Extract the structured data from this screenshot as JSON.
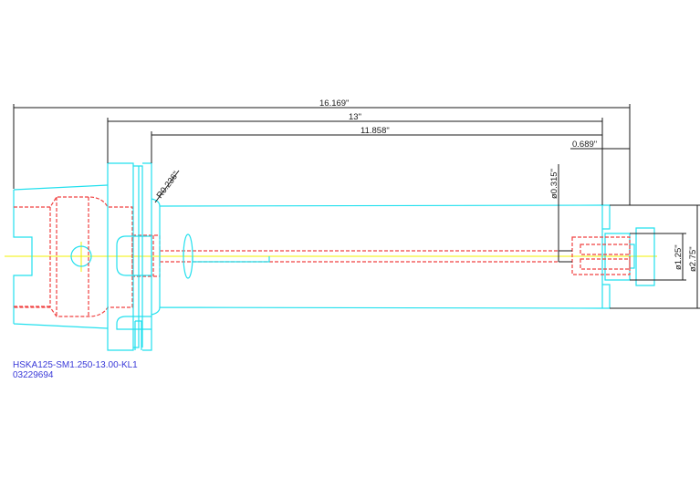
{
  "drawing": {
    "part_number": "HSKA125-SM1.250-13.00-KL1",
    "item_number": "03229694",
    "dimensions": {
      "overall_length": "16.169\"",
      "gauge_length": "13\"",
      "body_length": "11.858\"",
      "end_length": "0.689\"",
      "coolant_bore": "ø0.315\"",
      "shank_diameter": "ø1.25\"",
      "body_diameter": "ø2.75\"",
      "fillet_radius": "R0.236\""
    },
    "colors": {
      "outline": "#22e0ee",
      "hidden": "#f04040",
      "centerline": "#f2f000",
      "dimension": "#1a1a1a",
      "label": "#3838d8"
    }
  }
}
